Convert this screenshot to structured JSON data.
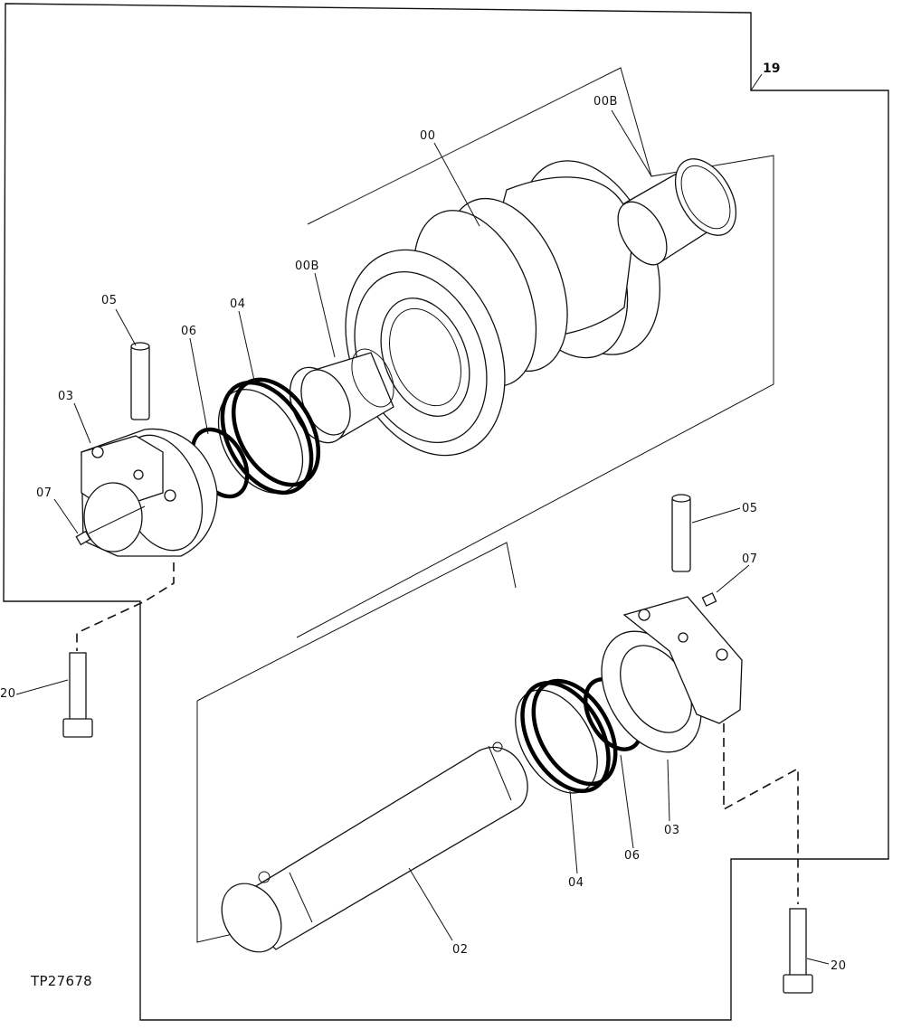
{
  "figure": {
    "reference_code": "TP27678",
    "callouts": {
      "c19": "19",
      "c00": "00",
      "c00b_upper": "00B",
      "c00b_lower": "00B",
      "c05_left": "05",
      "c04_upper": "04",
      "c06_upper": "06",
      "c03_upper": "03",
      "c07_left": "07",
      "c20_left": "20",
      "c05_right": "05",
      "c07_right": "07",
      "c03_lower": "03",
      "c06_lower": "06",
      "c04_lower": "04",
      "c02": "02",
      "c20_right": "20"
    }
  }
}
